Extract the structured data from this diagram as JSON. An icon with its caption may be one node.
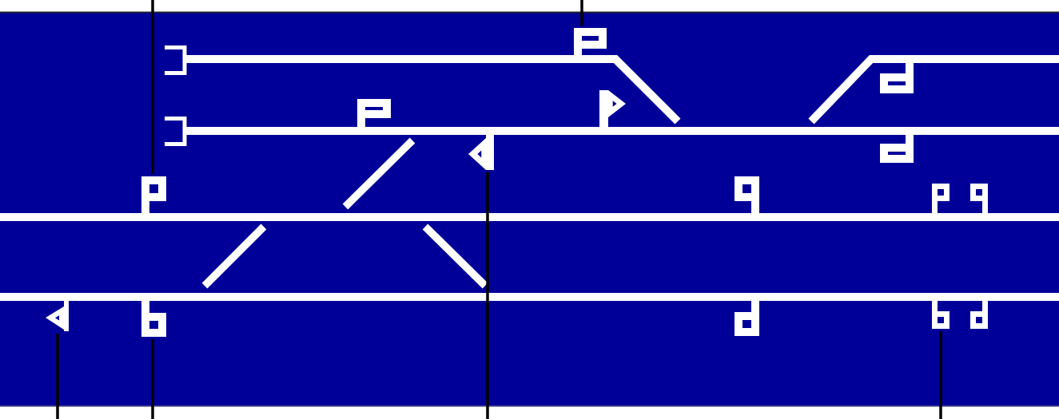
{
  "diagram": {
    "nodes": [
      {
        "text": [],
        "shape": "signal"
      },
      {
        "text": [],
        "shape": "signal"
      },
      {
        "text": [],
        "shape": "signal"
      },
      {
        "text": [],
        "shape": "signal"
      },
      {
        "text": [],
        "shape": "signal"
      },
      {
        "text": [],
        "shape": "signal"
      }
    ],
    "edges": [
      {
        "from": null,
        "to": 0,
        "arrow": "none"
      },
      {
        "from": null,
        "to": 1,
        "arrow": "none"
      },
      {
        "from": null,
        "to": 2,
        "arrow": "none"
      },
      {
        "from": null,
        "to": 3,
        "arrow": "none"
      },
      {
        "from": null,
        "to": 4,
        "arrow": "none"
      },
      {
        "from": null,
        "to": 5,
        "arrow": "none"
      }
    ]
  }
}
